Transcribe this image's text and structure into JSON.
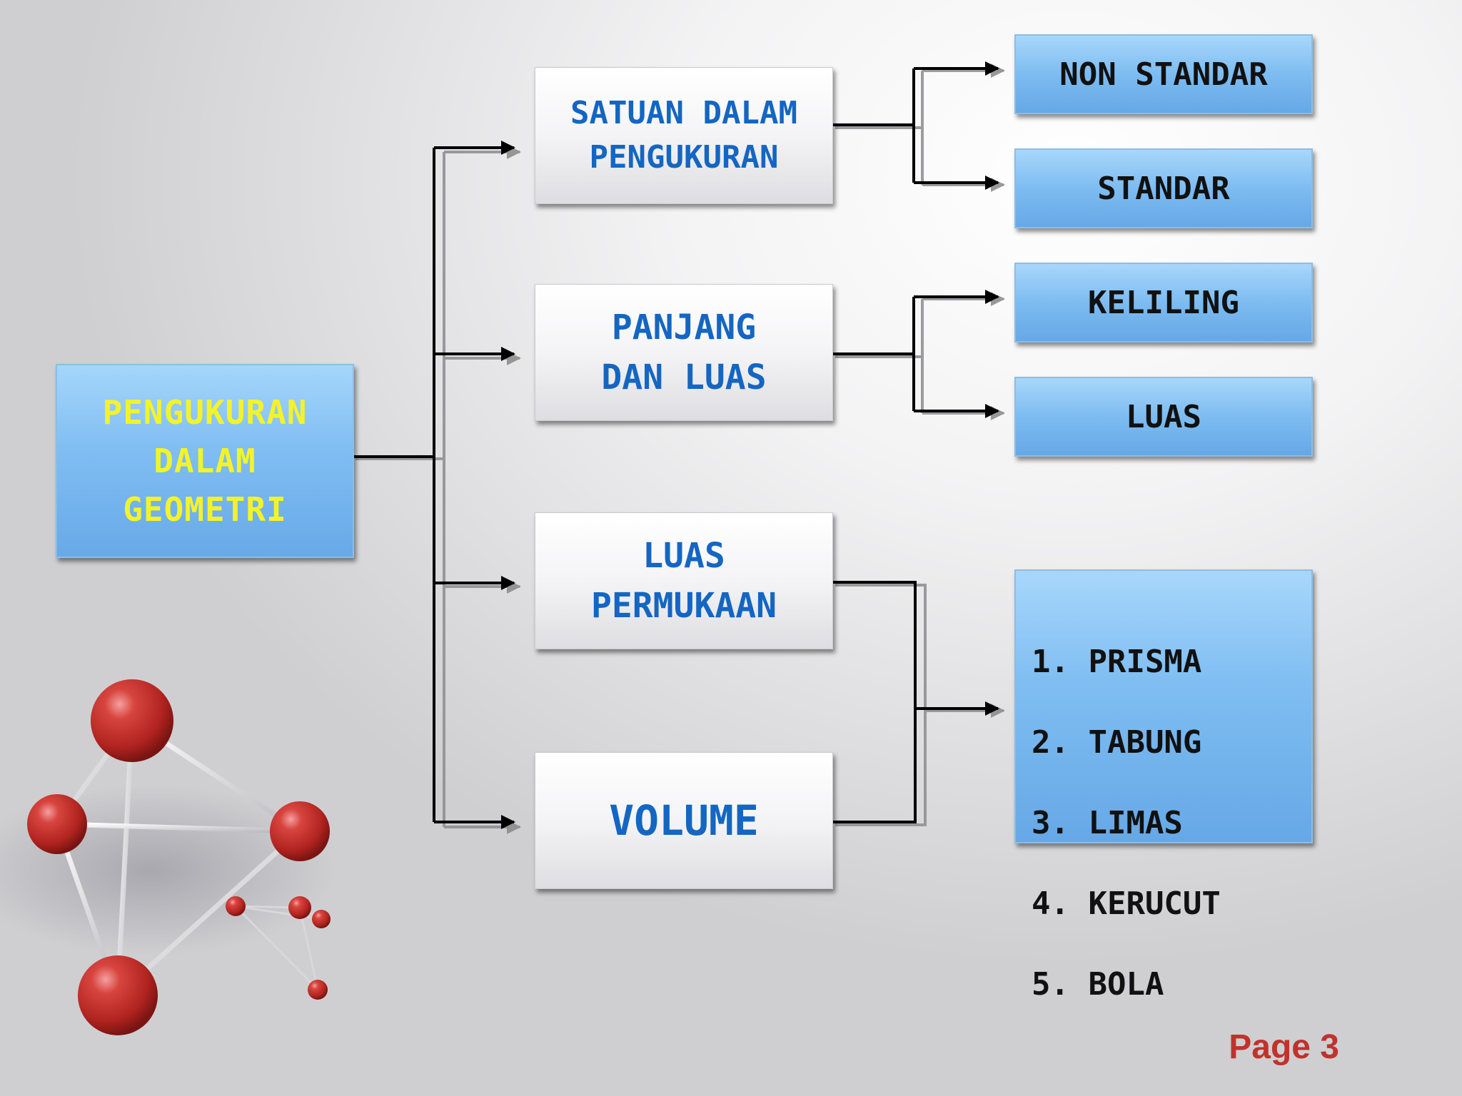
{
  "diagram": {
    "root": {
      "label": "PENGUKURAN\nDALAM\nGEOMETRI"
    },
    "middle": [
      {
        "label": "SATUAN DALAM\nPENGUKURAN"
      },
      {
        "label": "PANJANG\nDAN LUAS"
      },
      {
        "label": "LUAS\nPERMUKAAN"
      },
      {
        "label": "VOLUME"
      }
    ],
    "leaves": [
      {
        "label": "NON STANDAR"
      },
      {
        "label": "STANDAR"
      },
      {
        "label": "KELILING"
      },
      {
        "label": "LUAS"
      }
    ],
    "list": {
      "items": [
        "1. PRISMA",
        "2. TABUNG",
        "3. LIMAS",
        "4. KERUCUT",
        "5. BOLA"
      ]
    }
  },
  "footer": {
    "page": "Page 3"
  },
  "colors": {
    "root_text": "#f3f32a",
    "middle_text": "#1466c2",
    "leaf_fill": "#7dbcf1",
    "page_number": "#c0322c",
    "connector": "#000000"
  }
}
